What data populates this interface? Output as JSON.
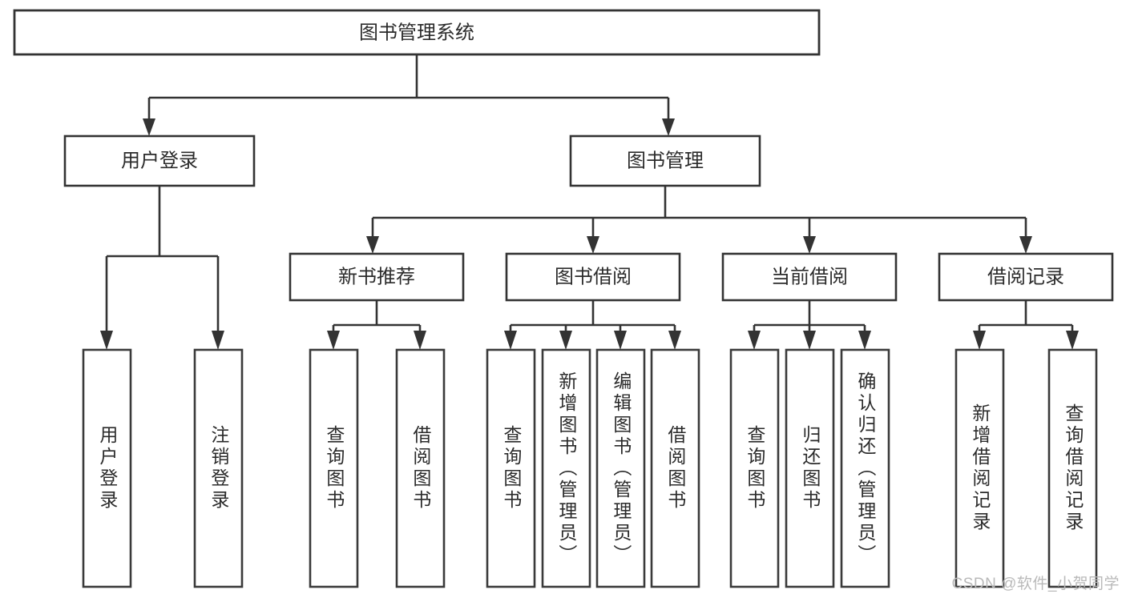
{
  "diagram": {
    "type": "tree-hierarchy",
    "title": "图书管理系统",
    "root": {
      "id": "root",
      "label": "图书管理系统"
    },
    "level2": [
      {
        "id": "user-login",
        "label": "用户登录"
      },
      {
        "id": "book-management",
        "label": "图书管理"
      }
    ],
    "level3": [
      {
        "id": "new-book-recommend",
        "label": "新书推荐",
        "parent": "book-management"
      },
      {
        "id": "book-borrow",
        "label": "图书借阅",
        "parent": "book-management"
      },
      {
        "id": "current-borrow",
        "label": "当前借阅",
        "parent": "book-management"
      },
      {
        "id": "borrow-record",
        "label": "借阅记录",
        "parent": "book-management"
      }
    ],
    "leaves": [
      {
        "id": "leaf-user-login",
        "label": "用户登录",
        "parent": "user-login"
      },
      {
        "id": "leaf-logout-login",
        "label": "注销登录",
        "parent": "user-login"
      },
      {
        "id": "leaf-query-book-1",
        "label": "查询图书",
        "parent": "new-book-recommend"
      },
      {
        "id": "leaf-borrow-book-1",
        "label": "借阅图书",
        "parent": "new-book-recommend"
      },
      {
        "id": "leaf-query-book-2",
        "label": "查询图书",
        "parent": "book-borrow"
      },
      {
        "id": "leaf-add-book",
        "label": "新增图书（管理员）",
        "parent": "book-borrow"
      },
      {
        "id": "leaf-edit-book",
        "label": "编辑图书（管理员）",
        "parent": "book-borrow"
      },
      {
        "id": "leaf-borrow-book-2",
        "label": "借阅图书",
        "parent": "book-borrow"
      },
      {
        "id": "leaf-query-book-3",
        "label": "查询图书",
        "parent": "current-borrow"
      },
      {
        "id": "leaf-return-book",
        "label": "归还图书",
        "parent": "current-borrow"
      },
      {
        "id": "leaf-confirm-return",
        "label": "确认归还（管理员）",
        "parent": "current-borrow"
      },
      {
        "id": "leaf-add-borrow-record",
        "label": "新增借阅记录",
        "parent": "borrow-record"
      },
      {
        "id": "leaf-query-borrow-record",
        "label": "查询借阅记录",
        "parent": "borrow-record"
      }
    ]
  },
  "watermark": {
    "text": "CSDN @软件_小贺同学"
  },
  "colors": {
    "background": "#ffffff",
    "box_stroke": "#333333",
    "box_fill": "#ffffff",
    "text": "#2b2b2b",
    "watermark": "#b9b9b9"
  }
}
